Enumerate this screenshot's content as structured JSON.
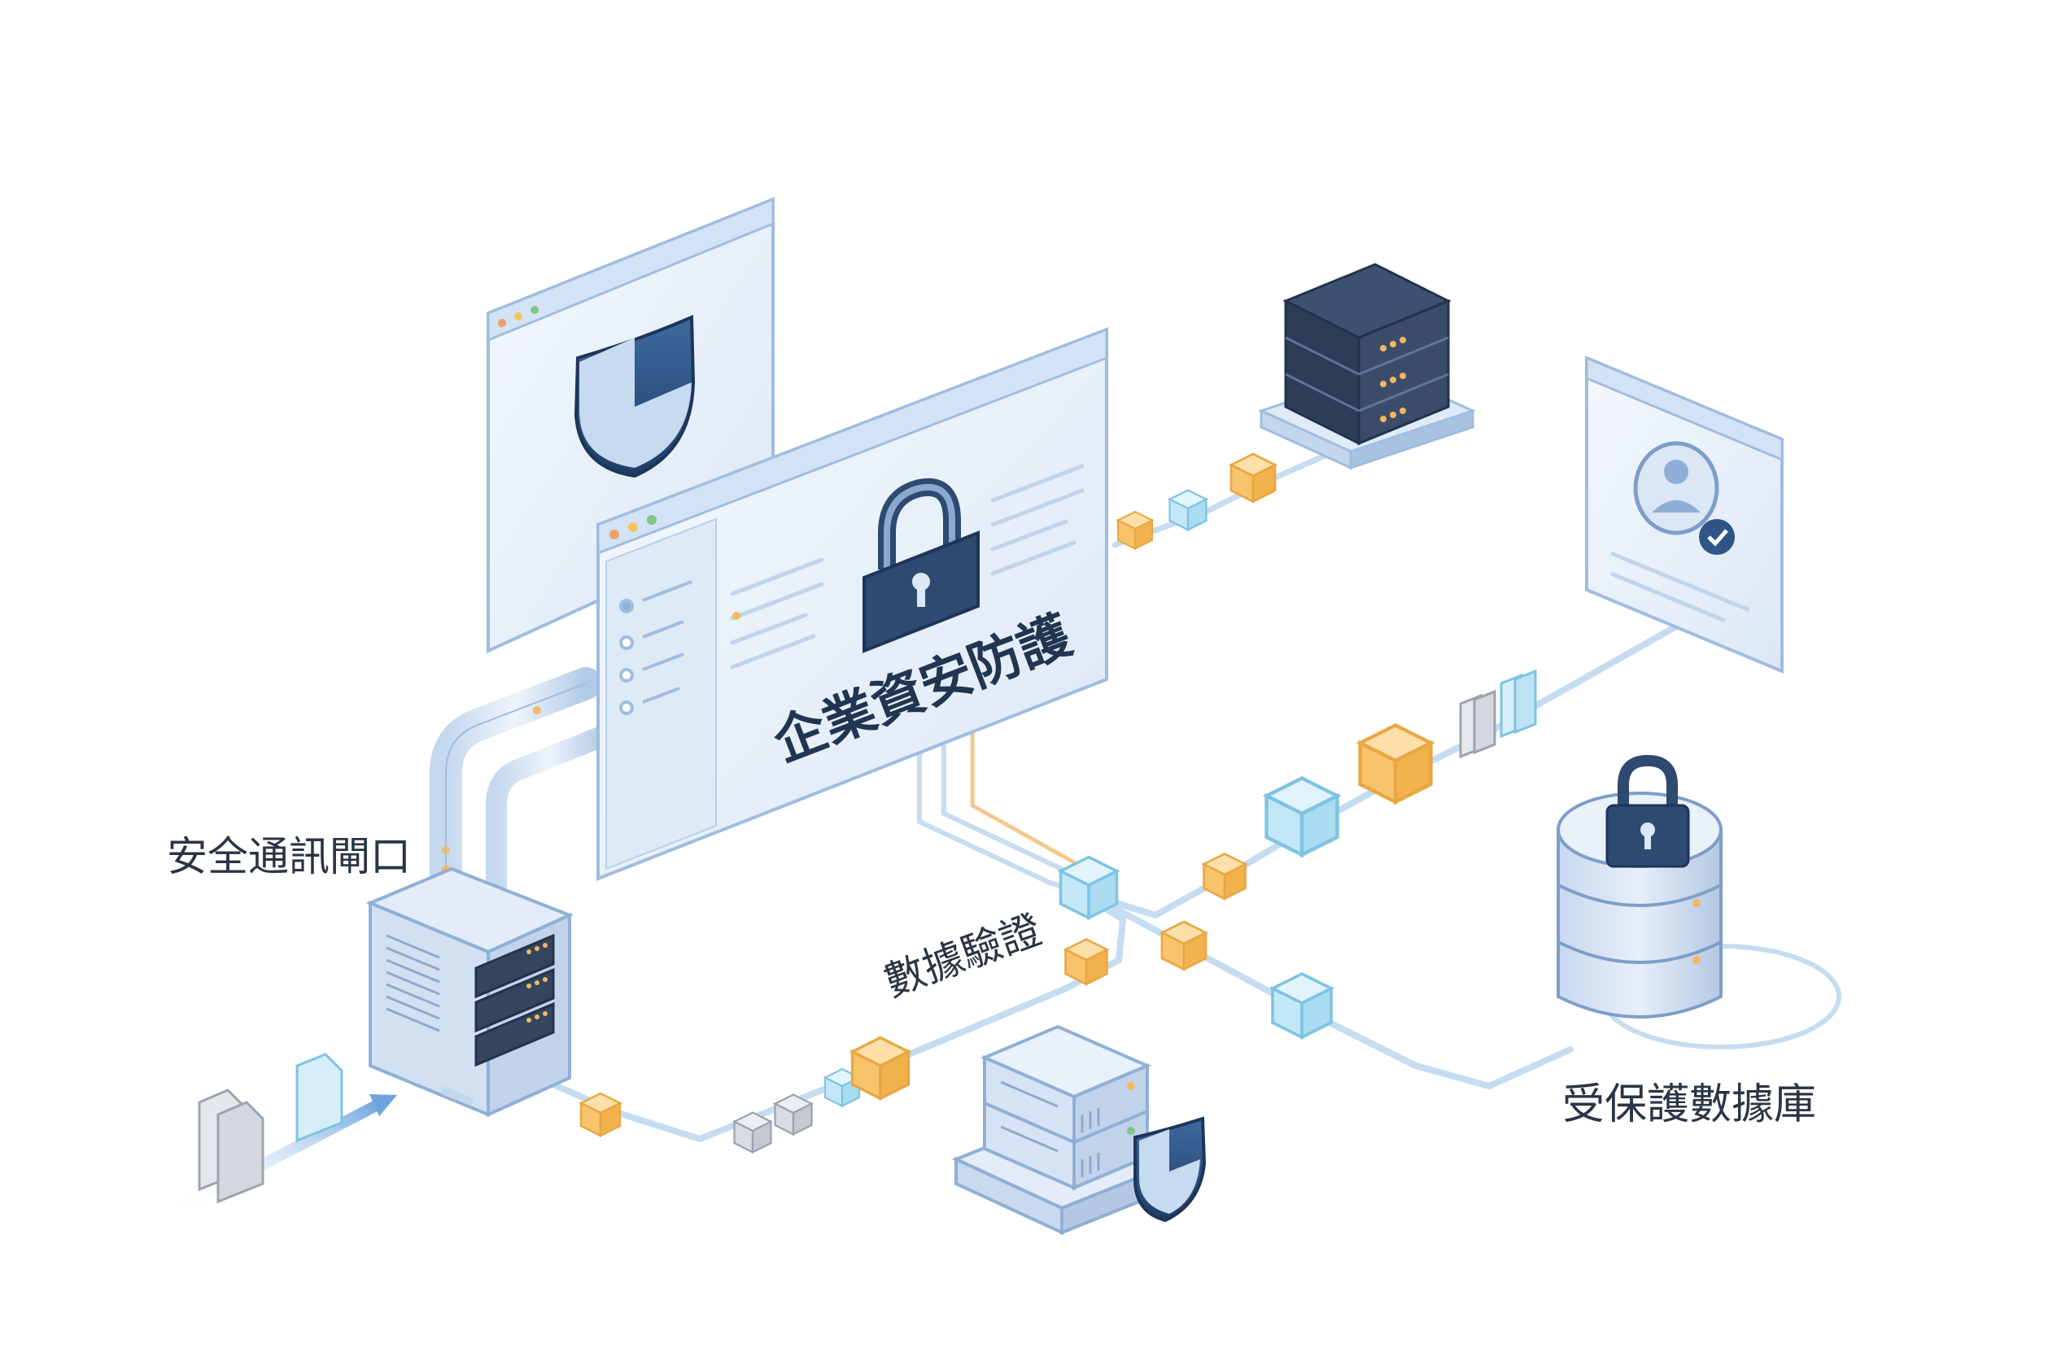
{
  "title": "企業資安防護",
  "labels": {
    "gateway": "安全通訊閘口",
    "validation": "數據驗證",
    "database": "受保護數據庫"
  },
  "icons": [
    "shield-icon",
    "lock-icon",
    "user-check-icon",
    "document-icon",
    "server-icon",
    "database-icon"
  ],
  "colors": {
    "panel": "#e9f1fb",
    "panel_border": "#9fbde0",
    "navy": "#2e4a74",
    "server_dark": "#34465f",
    "cube_blue": "#bfe6f7",
    "cube_orange": "#fbc978",
    "line": "#b8d3ee",
    "label_text": "#2a3444"
  }
}
